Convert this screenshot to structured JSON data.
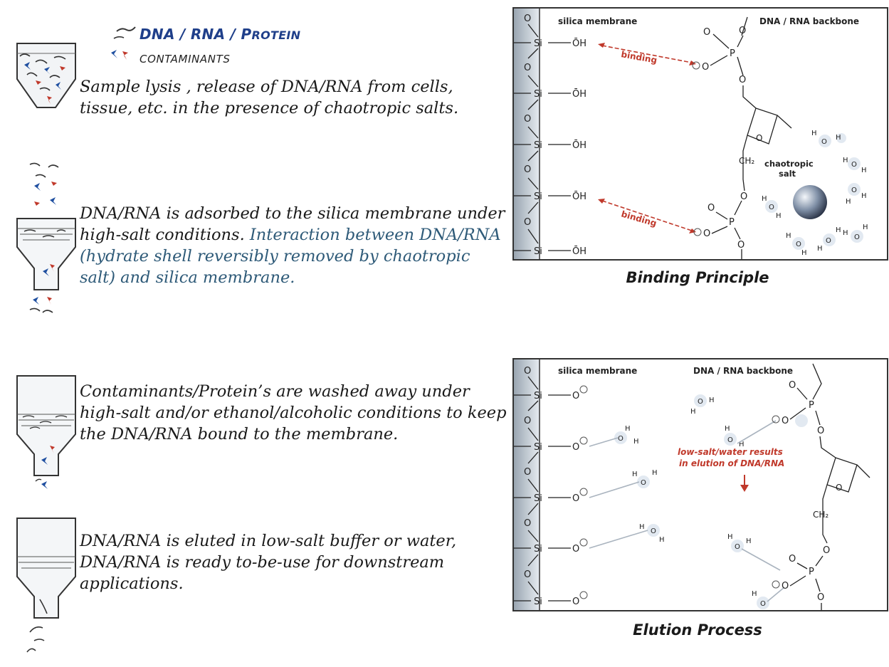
{
  "legend": {
    "title_main": "DNA / RNA / P",
    "title_sc": "ROTEIN",
    "contaminants": "CONTAMINANTS"
  },
  "steps": [
    {
      "text": "Sample lysis , release of  DNA/RNA from cells, tissue, etc. in the presence of chaotropic salts."
    },
    {
      "text": "DNA/RNA is adsorbed to the silica membrane under high-salt conditions.",
      "note": "Interaction between DNA/RNA (hydrate shell reversibly removed by chaotropic salt) and silica membrane."
    },
    {
      "text": "Contaminants/Protein’s are washed away under high-salt and/or ethanol/alcoholic conditions to keep the DNA/RNA bound to the membrane."
    },
    {
      "text": "DNA/RNA is eluted in low-salt buffer or water, DNA/RNA is ready to-be-use for downstream applications."
    }
  ],
  "binding_panel": {
    "membrane_label": "silica membrane",
    "backbone_label": "DNA / RNA backbone",
    "binding_label": "binding",
    "salt_label_1": "chaotropic",
    "salt_label_2": "salt",
    "si": "Si",
    "oh": "ŌH",
    "o": "O",
    "p": "P",
    "ch2": "CH₂",
    "h": "H",
    "caption": "Binding Principle"
  },
  "elution_panel": {
    "membrane_label": "silica membrane",
    "backbone_label": "DNA / RNA backbone",
    "note_1": "low-salt/water results",
    "note_2": "in elution of DNA/RNA",
    "si": "Si",
    "o": "O",
    "p": "P",
    "ch2": "CH₂",
    "h": "H",
    "caption": "Elution Process"
  },
  "colors": {
    "title_blue": "#1f3f8a",
    "note_teal": "#2e5a78",
    "binding_red": "#c0392b",
    "membrane_gray": "#b8c2cc"
  }
}
